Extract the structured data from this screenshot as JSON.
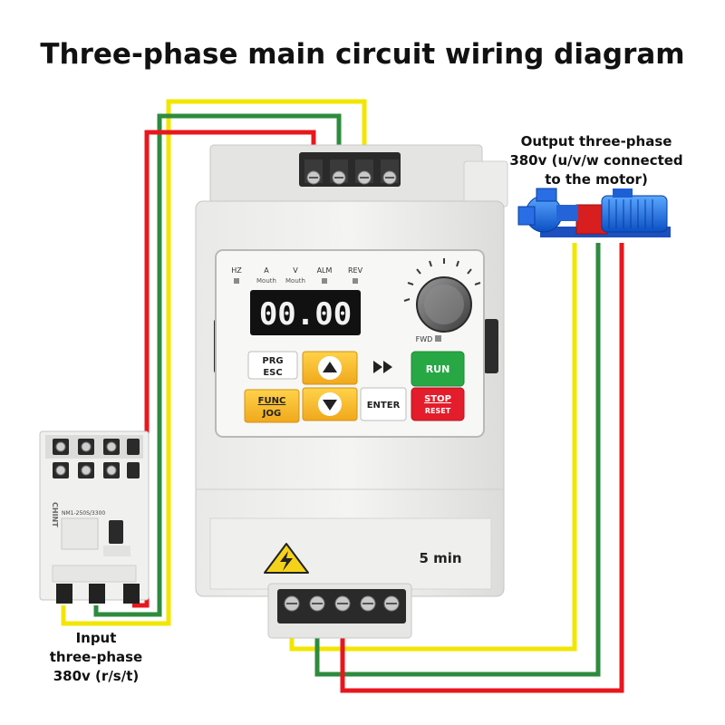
{
  "title": "Three-phase main circuit wiring diagram",
  "output_caption": [
    "Output three-phase",
    "380v (u/v/w connected",
    "to the motor)"
  ],
  "input_caption": [
    "Input",
    "three-phase",
    "380v (r/s/t)"
  ],
  "inverter": {
    "indicators": [
      "HZ",
      "A",
      "V",
      "ALM",
      "REV"
    ],
    "indicator_sub": [
      "Mouth",
      "Mouth"
    ],
    "display": "00.00",
    "fwd_label": "FWD",
    "keys": {
      "prg": [
        "PRG",
        "ESC"
      ],
      "func": [
        "FUNC",
        "JOG"
      ],
      "enter": "ENTER",
      "run": "RUN",
      "stop": [
        "STOP",
        "RESET"
      ]
    },
    "warning_time": "5 min"
  },
  "breaker": {
    "brand": "CHINT",
    "model": "NM1-250S/3300"
  },
  "wire_colors": {
    "yellow": "#f2e600",
    "green": "#2e8b3e",
    "red": "#e8171e"
  }
}
